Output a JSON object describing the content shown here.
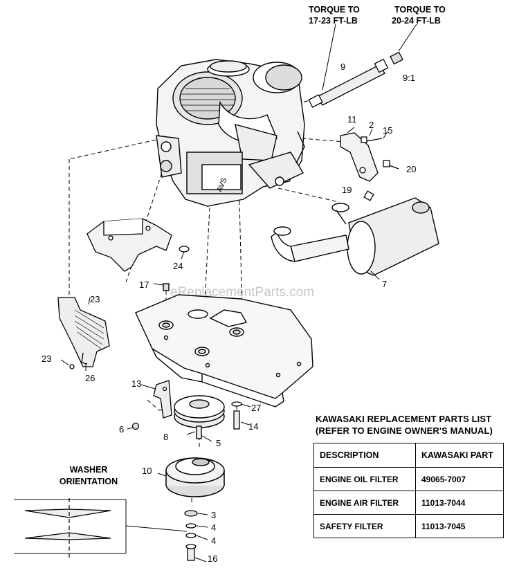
{
  "torque_notes": [
    {
      "line1": "TORQUE TO",
      "line2": "17-23 FT-LB"
    },
    {
      "line1": "TORQUE TO",
      "line2": "20-24 FT-LB"
    }
  ],
  "callouts": {
    "c9": "9",
    "c9_1": "9:1",
    "c11": "11",
    "c2": "2",
    "c15": "15",
    "c20": "20",
    "c19": "19",
    "c7": "7",
    "c24": "24",
    "c17": "17",
    "c23a": "23",
    "c23b": "23",
    "c26": "26",
    "c13": "13",
    "c27": "27",
    "c6": "6",
    "c8": "8",
    "c14": "14",
    "c5": "5",
    "c10": "10",
    "c3": "3",
    "c4a": "4",
    "c4b": "4",
    "c16": "16"
  },
  "watermark": "eReplacementParts.com",
  "parts_list": {
    "title_line1": "KAWASAKI REPLACEMENT PARTS LIST",
    "title_line2": "(REFER TO ENGINE OWNER'S MANUAL)",
    "headers": {
      "description": "DESCRIPTION",
      "part": "KAWASAKI PART"
    },
    "rows": [
      {
        "description": "ENGINE OIL FILTER",
        "part": "49065-7007"
      },
      {
        "description": "ENGINE AIR FILTER",
        "part": "11013-7044"
      },
      {
        "description": "SAFETY FILTER",
        "part": "11013-7045"
      }
    ]
  },
  "washer_orientation": {
    "line1": "WASHER",
    "line2": "ORIENTATION"
  }
}
